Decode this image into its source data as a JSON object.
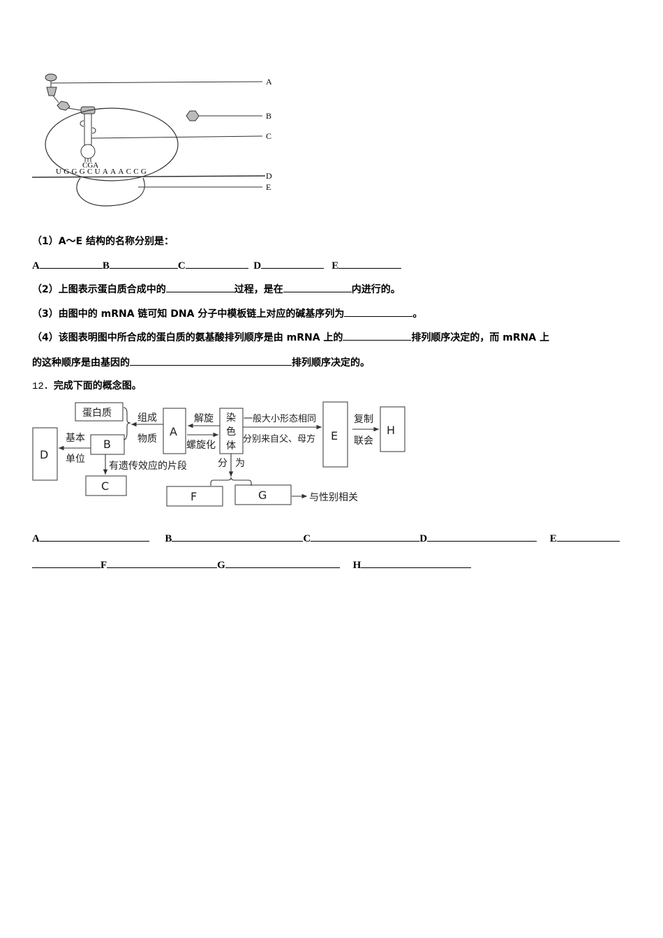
{
  "figure1": {
    "labels": [
      "A",
      "B",
      "C",
      "D",
      "E"
    ],
    "anticodon": "CGA",
    "mrna_sequence": "UGGGCUAAACCG"
  },
  "q11": {
    "p1": {
      "prefix": "（1）",
      "text": "A～E 结构的名称分别是："
    },
    "p1_blanks": [
      "A",
      "B",
      "C",
      "D",
      "E"
    ],
    "p2": {
      "prefix": "（2）",
      "text_a": "上图表示蛋白质合成中的",
      "text_b": "过程，是在",
      "text_c": "内进行的。"
    },
    "p3": {
      "prefix": "（3）",
      "text_a": "由图中的 mRNA 链可知 DNA 分子中模板链上对应的碱基序列为",
      "text_b": "。"
    },
    "p4": {
      "prefix": "（4）",
      "text_a": "该图表明图中所合成的蛋白质的氨基酸排列顺序是由 mRNA 上的",
      "text_b": "排列顺序决定的，而 mRNA 上",
      "line2_a": "的这种顺序是由基因的",
      "line2_b": "排列顺序决定的。"
    }
  },
  "q12": {
    "number": "12．",
    "title": "完成下面的概念图。",
    "concept_map": {
      "boxes": {
        "protein": "蛋白质",
        "A": "A",
        "B": "B",
        "C": "C",
        "D": "D",
        "E": "E",
        "F": "F",
        "G": "G",
        "H": "H",
        "chromosome": [
          "染",
          "色",
          "体"
        ]
      },
      "edge_labels": {
        "compose": "组成",
        "material": "物质",
        "basic": "基本",
        "unit": "单位",
        "genetic_fragment": "有遗传效应的片段",
        "unwind": "解旋",
        "spiral": "螺旋化",
        "same_shape": "一般大小形态相同",
        "from_parents": "分别来自父、母方",
        "replicate": "复制",
        "synapsis": "联会",
        "divide_a": "分",
        "divide_b": "为",
        "sex_related": "与性别相关"
      }
    },
    "answer_blanks": [
      "A",
      "B",
      "C",
      "D",
      "E",
      "F",
      "G",
      "H"
    ]
  }
}
